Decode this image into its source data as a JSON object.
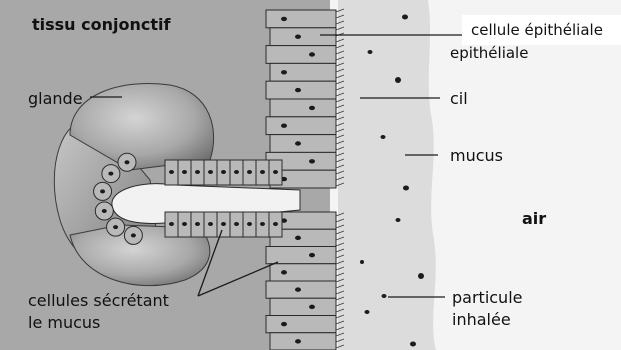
{
  "labels": {
    "tissu": "tissu conjonctif",
    "epi_top": "cellule épithéliale",
    "epi_under": "epithéliale",
    "glande": "glande",
    "cil": "cil",
    "mucus": "mucus",
    "air": "air",
    "cellules_line1": "cellules sécrétant",
    "cellules_line2": "le mucus",
    "particule_line1": "particule",
    "particule_line2": "inhalée"
  },
  "colors": {
    "tissue": "#a8a8a8",
    "mucus_layer": "#dcdcdc",
    "air": "#f4f4f4",
    "cell_fill": "#b9b9b9",
    "cell_stroke": "#2b2b2b",
    "nucleus": "#1b1b1b"
  }
}
